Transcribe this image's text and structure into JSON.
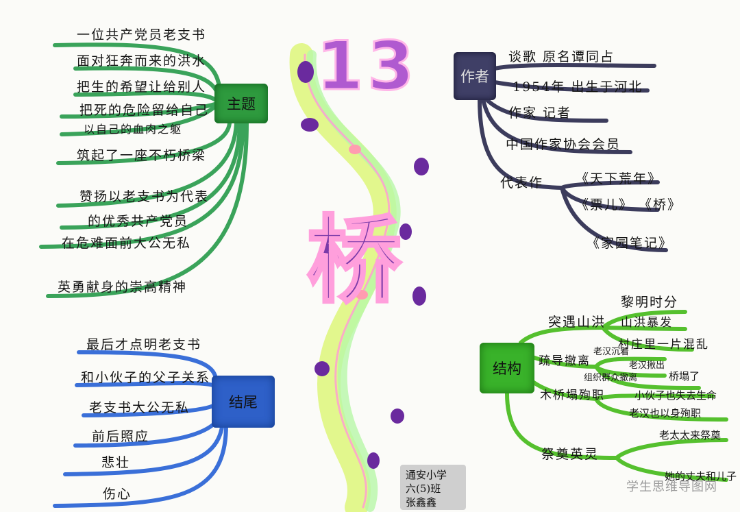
{
  "center": {
    "number": "13",
    "title": "桥"
  },
  "theme": {
    "label": "主题",
    "items": [
      "一位共产党员老支书",
      "面对狂奔而来的洪水",
      "把生的希望让给别人",
      "把死的危险留给自己",
      "以自己的血肉之躯",
      "筑起了一座不朽桥梁",
      "赞扬以老支书为代表",
      "的优秀共产党员",
      "在危难面前大公无私",
      "英勇献身的崇高精神"
    ]
  },
  "author": {
    "label": "作者",
    "items": [
      "谈歌  原名谭同占",
      "1954年  出生于河北",
      "作家  记者",
      "中国作家协会会员",
      "代表作"
    ],
    "works": [
      "《天下荒年》",
      "《票儿》 《桥》",
      "《家园笔记》"
    ]
  },
  "ending": {
    "label": "结尾",
    "items": [
      "最后才点明老支书",
      "和小伙子的父子关系",
      "老支书大公无私",
      "前后照应",
      "悲壮",
      "伤心"
    ]
  },
  "structure": {
    "label": "结构",
    "items": [
      "突遇山洪",
      "疏导撤离",
      "木桥塌殉职",
      "祭奠英灵"
    ],
    "details": [
      "黎明时分",
      "山洪暴发",
      "村庄里一片混乱",
      "老汉沉着",
      "老汉揪出",
      "组织群众撤离",
      "桥塌了",
      "小伙子也失去生命",
      "老汉也以身殉职",
      "老太太来祭奠",
      "她的丈夫和儿子"
    ]
  },
  "signature": {
    "lines": [
      "通安小学",
      "六(5)班",
      "张鑫鑫"
    ]
  },
  "watermark": "学生思维导图网",
  "colors": {
    "theme": "#3aa35a",
    "author": "#3c3c5c",
    "ending": "#3a6fd8",
    "structure": "#55c02e",
    "title": "#7a3aa8"
  }
}
